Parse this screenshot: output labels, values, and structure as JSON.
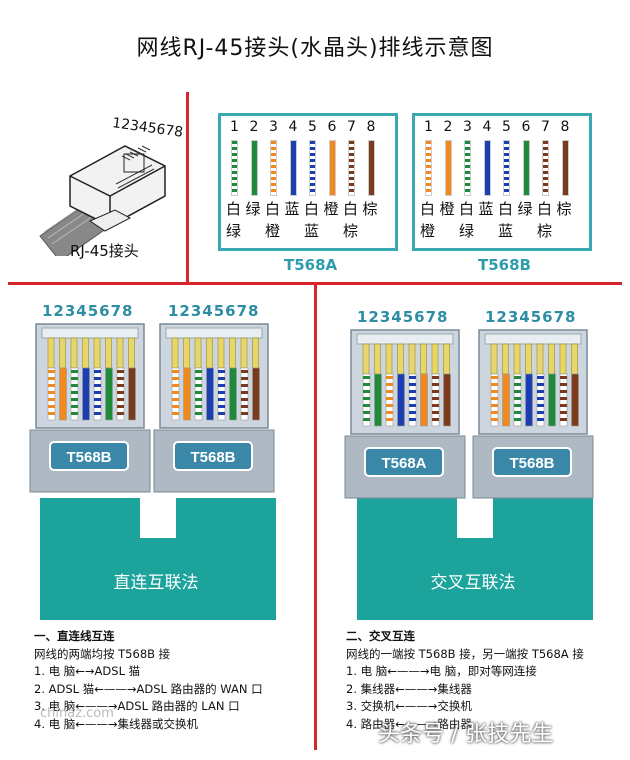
{
  "title": "网线RJ-45接头(水晶头)排线示意图",
  "plug": {
    "pins": "12345678",
    "caption": "RJ-45接头"
  },
  "t568a_box": {
    "numbers": [
      "1",
      "2",
      "3",
      "4",
      "5",
      "6",
      "7",
      "8"
    ],
    "row1": [
      "白",
      "绿",
      "白",
      "蓝",
      "白",
      "橙",
      "白",
      "棕"
    ],
    "row2": [
      "绿",
      "",
      "橙",
      "",
      "蓝",
      "",
      "棕",
      ""
    ],
    "wires": [
      {
        "base": "#ffffff",
        "stripe": "#1f8a3a"
      },
      {
        "base": "#1f8a3a",
        "stripe": ""
      },
      {
        "base": "#ffffff",
        "stripe": "#f08a1e"
      },
      {
        "base": "#1b3fb0",
        "stripe": ""
      },
      {
        "base": "#ffffff",
        "stripe": "#1b3fb0"
      },
      {
        "base": "#f08a1e",
        "stripe": ""
      },
      {
        "base": "#ffffff",
        "stripe": "#7a3a1e"
      },
      {
        "base": "#7a3a1e",
        "stripe": ""
      }
    ],
    "standard": "T568A"
  },
  "t568b_box": {
    "numbers": [
      "1",
      "2",
      "3",
      "4",
      "5",
      "6",
      "7",
      "8"
    ],
    "row1": [
      "白",
      "橙",
      "白",
      "蓝",
      "白",
      "绿",
      "白",
      "棕"
    ],
    "row2": [
      "橙",
      "",
      "绿",
      "",
      "蓝",
      "",
      "棕",
      ""
    ],
    "wires": [
      {
        "base": "#ffffff",
        "stripe": "#f08a1e"
      },
      {
        "base": "#f08a1e",
        "stripe": ""
      },
      {
        "base": "#ffffff",
        "stripe": "#1f8a3a"
      },
      {
        "base": "#1b3fb0",
        "stripe": ""
      },
      {
        "base": "#ffffff",
        "stripe": "#1b3fb0"
      },
      {
        "base": "#1f8a3a",
        "stripe": ""
      },
      {
        "base": "#ffffff",
        "stripe": "#7a3a1e"
      },
      {
        "base": "#7a3a1e",
        "stripe": ""
      }
    ],
    "standard": "T568B"
  },
  "straight": {
    "pins": "12345678",
    "left_std": "T568B",
    "right_std": "T568B",
    "left_wires": "B",
    "right_wires": "B",
    "label": "直连互联法",
    "heading": "一、直连线互连",
    "intro": "网线的两端均按 T568B 接",
    "items": [
      "1.   电    脑←→ADSL 猫",
      "2.   ADSL 猫←——→ADSL 路由器的 WAN 口",
      "3.   电    脑←——→ADSL 路由器的 LAN 口",
      "4.   电    脑←——→集线器或交换机"
    ]
  },
  "crossover": {
    "pins": "12345678",
    "left_std": "T568A",
    "right_std": "T568B",
    "left_wires": "A",
    "right_wires": "B",
    "label": "交叉互联法",
    "heading": "二、交叉互连",
    "intro": "网线的一端按 T568B 接，另一端按 T568A 接",
    "items": [
      "1.   电    脑←——→电    脑，即对等网连接",
      "2.   集线器←——→集线器",
      "3.   交换机←——→交换机",
      "4.   路由器←——→路由器"
    ]
  },
  "colors": {
    "teal": "#1ba39c",
    "red_divider": "#d7262b",
    "box_border": "#3aa8b1"
  },
  "watermark_text": "头条号 / 张技先生",
  "watermark_url": "chinaz.com"
}
